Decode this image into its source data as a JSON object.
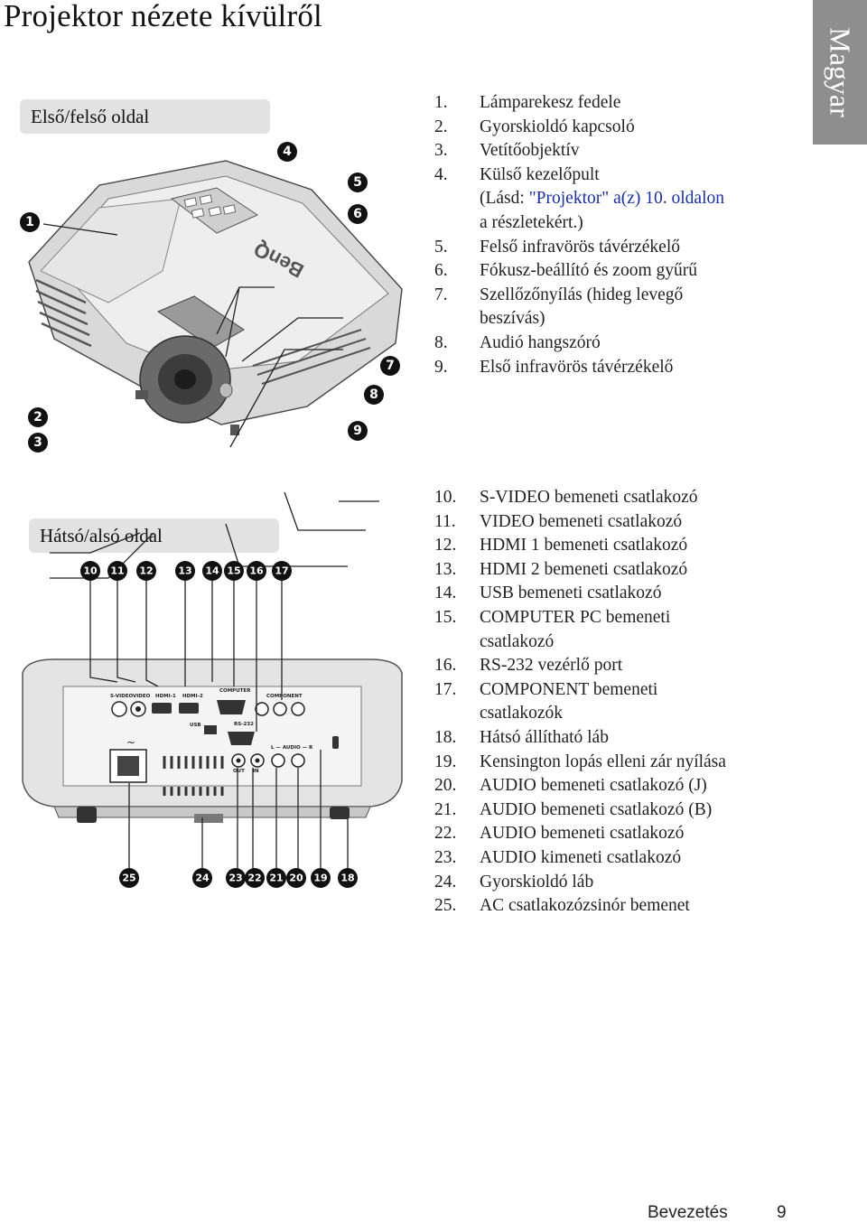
{
  "page": {
    "title": "Projektor nézete kívülről",
    "language_tab": "Magyar"
  },
  "front_section": {
    "label": "Első/felső oldal",
    "items": [
      {
        "num": "1.",
        "text": "Lámparekesz fedele"
      },
      {
        "num": "2.",
        "text": "Gyorskioldó kapcsoló"
      },
      {
        "num": "3.",
        "text": "Vetítőobjektív"
      },
      {
        "num": "4.",
        "text": "Külső kezelőpult"
      },
      {
        "num": "",
        "text_before": "(Lásd: ",
        "link": "\"Projektor\" a(z) 10. oldalon",
        "text_after": ""
      },
      {
        "num": "",
        "text": "a részletekért.)"
      },
      {
        "num": "5.",
        "text": "Felső infravörös távérzékelő"
      },
      {
        "num": "6.",
        "text": "Fókusz-beállító és zoom gyűrű"
      },
      {
        "num": "7.",
        "text": "Szellőzőnyílás (hideg levegő"
      },
      {
        "num": "",
        "text": "beszívás)"
      },
      {
        "num": "8.",
        "text": "Audió hangszóró"
      },
      {
        "num": "9.",
        "text": "Első infravörös távérzékelő"
      }
    ],
    "callouts": [
      "1",
      "2",
      "3",
      "4",
      "5",
      "6",
      "7",
      "8",
      "9"
    ],
    "projector_logo": "BenQ"
  },
  "rear_section": {
    "label": "Hátsó/alsó oldal",
    "items": [
      {
        "num": "10.",
        "text": "S-VIDEO bemeneti csatlakozó"
      },
      {
        "num": "11.",
        "text": "VIDEO bemeneti csatlakozó"
      },
      {
        "num": "12.",
        "text": "HDMI 1 bemeneti csatlakozó"
      },
      {
        "num": "13.",
        "text": "HDMI 2 bemeneti csatlakozó"
      },
      {
        "num": "14.",
        "text": "USB bemeneti csatlakozó"
      },
      {
        "num": "15.",
        "text": "COMPUTER PC bemeneti"
      },
      {
        "num": "",
        "text": "csatlakozó"
      },
      {
        "num": "16.",
        "text": "RS-232 vezérlő port"
      },
      {
        "num": "17.",
        "text": "COMPONENT bemeneti"
      },
      {
        "num": "",
        "text": "csatlakozók"
      },
      {
        "num": "18.",
        "text": "Hátsó állítható láb"
      },
      {
        "num": "19.",
        "text": "Kensington lopás elleni zár nyílása"
      },
      {
        "num": "20.",
        "text": "AUDIO bemeneti csatlakozó (J)"
      },
      {
        "num": "21.",
        "text": "AUDIO bemeneti csatlakozó (B)"
      },
      {
        "num": "22.",
        "text": "AUDIO bemeneti csatlakozó"
      },
      {
        "num": "23.",
        "text": "AUDIO kimeneti csatlakozó"
      },
      {
        "num": "24.",
        "text": "Gyorskioldó láb"
      },
      {
        "num": "25.",
        "text": "AC csatlakozózsinór bemenet"
      }
    ],
    "callouts_top": [
      "10",
      "11",
      "12",
      "13",
      "14",
      "15",
      "16",
      "17"
    ],
    "callouts_bottom": [
      "25",
      "24",
      "23",
      "22",
      "21",
      "20",
      "19",
      "18"
    ],
    "port_labels": {
      "svideo": "S-VIDEO",
      "video": "VIDEO",
      "hdmi1": "HDMI-1",
      "hdmi2": "HDMI-2",
      "computer": "COMPUTER",
      "component": "COMPONENT",
      "usb": "USB",
      "rs232": "RS-232",
      "audio": "L — AUDIO — R",
      "out": "OUT",
      "in": "IN",
      "ac": "~"
    }
  },
  "footer": {
    "section": "Bevezetés",
    "page_number": "9"
  }
}
